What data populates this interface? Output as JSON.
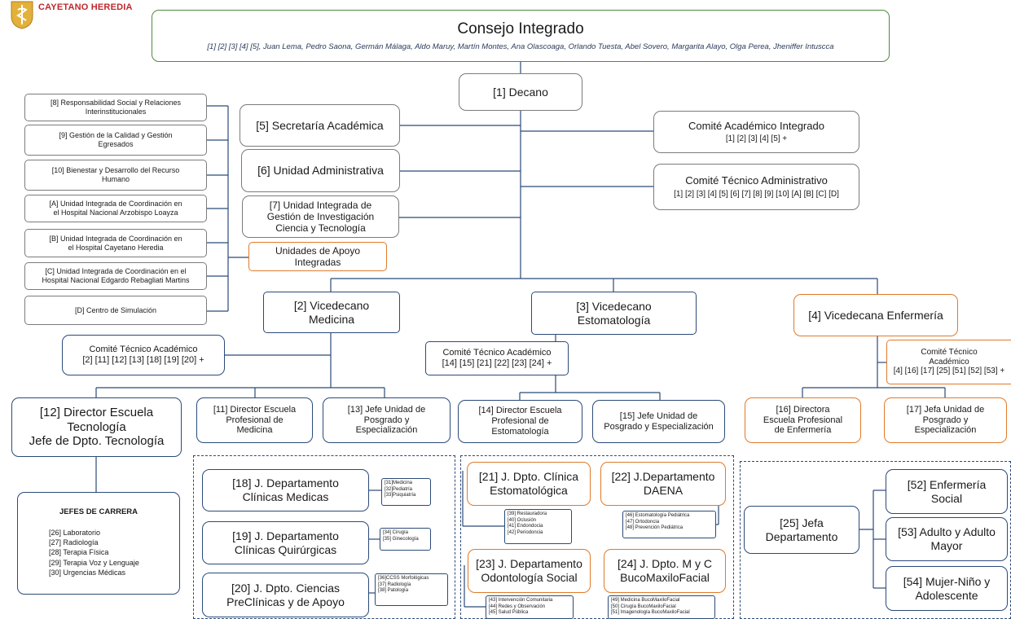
{
  "logo": {
    "university": "CAYETANO HEREDIA"
  },
  "consejo": {
    "title": "Consejo Integrado",
    "members": "[1] [2] [3] [4] [5], Juan Lema,  Pedro Saona, Germán  Málaga, Aldo Maruy, Martín Montes, Ana Olascoaga, Orlando Tuesta, Abel Sovero, Margarita  Alayo, Olga Perea, Jheniffer Intuscca"
  },
  "decano": "[1] Decano",
  "left_units": [
    "[8] Responsabilidad Social y Relaciones\nInterinstitucionales",
    "[9] Gestión de la Calidad y Gestión\nEgresados",
    "[10] Bienestar y Desarrollo del Recurso\nHumano",
    "[A] Unidad Integrada de Coordinación en\nel Hospital Nacional Arzobispo Loayza",
    "[B] Unidad Integrada de Coordinación en\nel Hospital Cayetano Heredia",
    "[C] Unidad Integrada de Coordinación en el\nHospital Nacional Edgardo Rebagliati Martins",
    "[D] Centro de Simulación"
  ],
  "staff": {
    "secretaria": "[5] Secretaría Académica",
    "administrativa": "[6] Unidad Administrativa",
    "investigacion": "[7] Unidad Integrada de\nGestión de Investigación\nCiencia y Tecnología",
    "apoyo": "Unidades de Apoyo\nIntegradas"
  },
  "comites": {
    "academico_title": "Comité Académico Integrado",
    "academico_members": "[1] [2] [3] [4] [5] +",
    "tecnico_title": "Comité Técnico Administrativo",
    "tecnico_members": "[1] [2] [3] [4] [5] [6] [7] [8] [9] [10] [A] [B] [C] [D]"
  },
  "vicedecanos": {
    "medicina": "[2] Vicedecano\nMedicina",
    "estomatologia": "[3] Vicedecano\nEstomatología",
    "enfermeria": "[4] Vicedecana Enfermería"
  },
  "cta": {
    "medicina": "Comité Técnico Académico\n[2] [11] [12] [13] [18] [19] [20] +",
    "estomatologia": "Comité Técnico Académico\n[14] [15] [21] [22] [23] [24] +",
    "enfermeria": "Comité Técnico\nAcadémico\n[4] [16] [17] [25] [51] [52] [53] +"
  },
  "direcciones": {
    "tecnologia": "[12] Director Escuela\nTecnología\nJefe de Dpto. Tecnología",
    "med_escuela": "[11] Director Escuela\nProfesional de\nMedicina",
    "med_posgrado": "[13] Jefe Unidad de\nPosgrado y\nEspecialización",
    "est_escuela": "[14] Director Escuela\nProfesional de\nEstomatología",
    "est_posgrado": "[15] Jefe Unidad de\nPosgrado y Especialización",
    "enf_escuela": "[16] Directora\nEscuela Profesional\nde Enfermería",
    "enf_posgrado": "[17] Jefa Unidad de\nPosgrado y\nEspecialización"
  },
  "jefes_carrera": {
    "title": "JEFES DE CARRERA",
    "items": "[26] Laboratorio\n[27] Radiología\n[28] Terapia Física\n[29] Terapia Voz y Lenguaje\n[30] Urgencias Médicas"
  },
  "med_deptos": [
    {
      "name": "[18] J. Departamento\nClínicas Medicas",
      "subs": "[31]Medicina\n[32]Pediatría\n[33]Psiquiatría"
    },
    {
      "name": "[19] J. Departamento\nClínicas Quirúrgicas",
      "subs": "[34] Cirugía\n[35] Ginecología"
    },
    {
      "name": "[20] J. Dpto. Ciencias\nPreClínicas y de Apoyo",
      "subs": "[36]CCSS Morfológicas\n[37] Radiología\n[38] Patología"
    }
  ],
  "est_deptos": [
    {
      "name": "[21] J. Dpto. Clínica\nEstomatológica",
      "subs": "[39] Restauradora\n[40] Oclusión\n[41] Endondocia\n[42] Periodoncia"
    },
    {
      "name": "[22] J.Departamento\nDAENA",
      "subs": "[46] Estomatología Pediátrica\n[47] Ortodoncia\n[48] Prevención Pediátrica"
    },
    {
      "name": "[23] J. Departamento\nOdontología Social",
      "subs": "[43] Intervención Comunitaria\n[44] Redes y Observación\n[45] Salud Pública"
    },
    {
      "name": "[24] J. Dpto. M y C\nBucoMaxiloFacial",
      "subs": "[49] Medicina BucoMaxiloFacial\n[50] Cirugía BucoMaxiloFacial\n[51] Imagenología BucoMaxiloFacial"
    }
  ],
  "enf_deptos": {
    "jefa": "[25] Jefa\nDepartamento",
    "items": [
      "[52] Enfermería\nSocial",
      "[53] Adulto y Adulto\nMayor",
      "[54] Mujer-Niño y\nAdolescente"
    ]
  },
  "colors": {
    "line": "#2b4a78",
    "orange": "#e07a2a",
    "green": "#4f8a3c",
    "brand": "#c0272d"
  }
}
